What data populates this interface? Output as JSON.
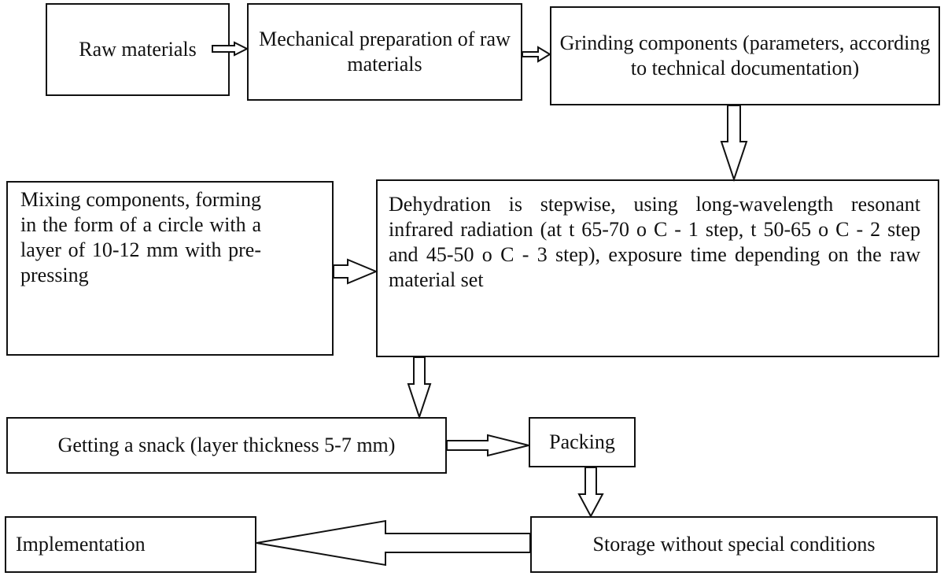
{
  "nodes": {
    "raw_materials": "Raw materials",
    "mechanical_preparation": "Mechanical preparation of raw materials",
    "grinding_components": "Grinding components (parameters, according to technical documentation)",
    "mixing_components": "Mixing components, forming in the form of a circle with a layer of 10-12 mm with pre-pressing",
    "dehydration": "Dehydration is stepwise, using long-wavelength resonant infrared radiation (at t 65-70 o C - 1 step, t 50-65 o C - 2 step and 45-50 o C - 3 step), exposure time depending on the raw material set",
    "getting_snack": "Getting a snack (layer thickness 5-7 mm)",
    "packing": "Packing",
    "storage": "Storage without special conditions",
    "implementation": "Implementation"
  }
}
